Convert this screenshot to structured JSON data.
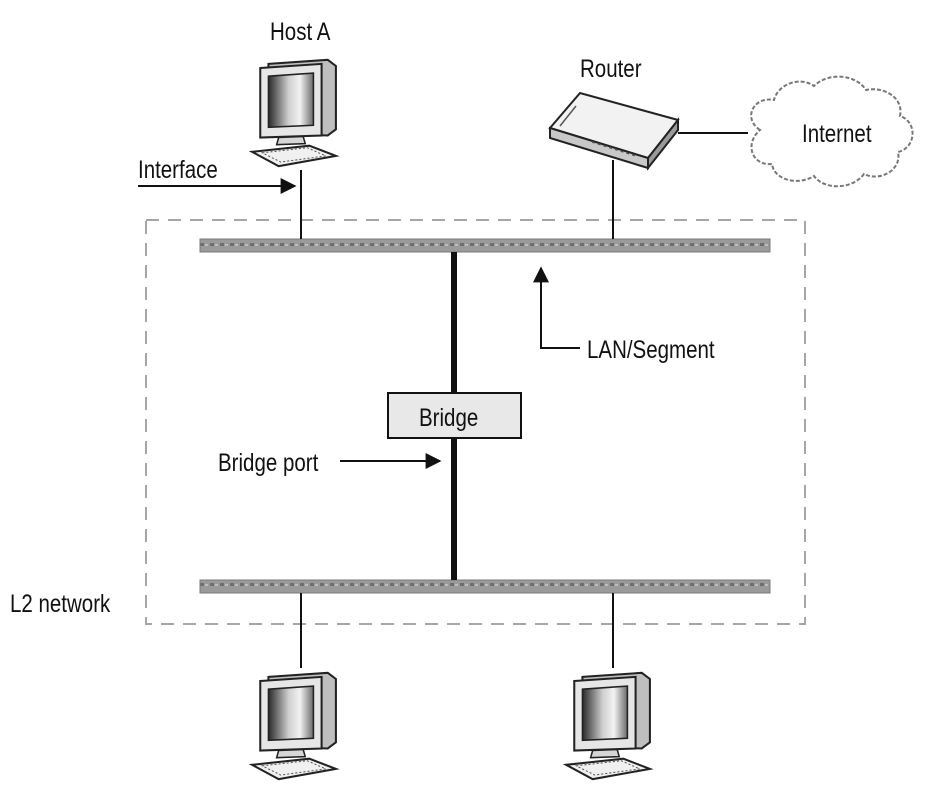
{
  "labels": {
    "host_a": "Host A",
    "router": "Router",
    "internet": "Internet",
    "interface": "Interface",
    "lan_segment": "LAN/Segment",
    "bridge": "Bridge",
    "bridge_port": "Bridge port",
    "l2_network": "L2 network"
  },
  "colors": {
    "segment_bar": "#8f8f8f",
    "dashed_border": "#a6a6a6",
    "bridge_fill": "#e8e8e8",
    "line": "#111111"
  },
  "icons": [
    "computer-icon",
    "router-icon",
    "cloud-icon"
  ]
}
